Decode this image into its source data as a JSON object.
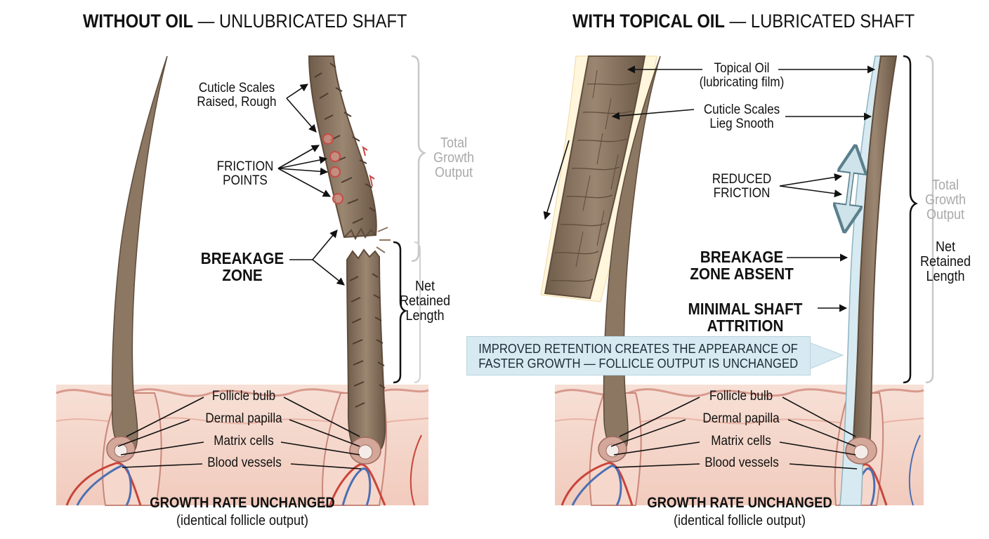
{
  "left": {
    "title_bold": "WITHOUT OIL",
    "title_rest": " — UNLUBRICATED SHAFT",
    "cuticle_line1": "Cuticle Scales",
    "cuticle_line2": "Raised, Rough",
    "friction_line1": "FRICTION",
    "friction_line2": "POINTS",
    "breakage_line1": "BREAKAGE",
    "breakage_line2": "ZONE",
    "total_line1": "Total",
    "total_line2": "Growth",
    "total_line3": "Output",
    "net_line1": "Net",
    "net_line2": "Retained",
    "net_line3": "Length",
    "footer_bold": "GROWTH RATE UNCHANGED",
    "footer_sub": "(identical follicle output)"
  },
  "right": {
    "title_bold": "WITH TOPICAL OIL",
    "title_rest": " — LUBRICATED SHAFT",
    "oil_line1": "Topical Oil",
    "oil_line2": "(lubricating film)",
    "cuticle_line1": "Cuticle Scales",
    "cuticle_line2": "Lieg Snooth",
    "reduced_line1": "REDUCED",
    "reduced_line2": "FRICTION",
    "absent_line1": "BREAKAGE",
    "absent_line2": "ZONE ABSENT",
    "minimal_line1": "MINIMAL SHAFT",
    "minimal_line2": "ATTRITION",
    "total_line1": "Total",
    "total_line2": "Growth",
    "total_line3": "Output",
    "net_line1": "Net",
    "net_line2": "Retained",
    "net_line3": "Length",
    "footer_bold": "GROWTH RATE UNCHANGED",
    "footer_sub": "(identical follicle output)"
  },
  "anatomy_labels": [
    "Follicle bulb",
    "Dermal papilla",
    "Matrix cells",
    "Blood vessels"
  ],
  "callout": {
    "line1": "IMPROVED RETENTION CREATES THE APPEARANCE OF",
    "line2": "FASTER GROWTH — FOLLICLE OUTPUT IS UNCHANGED"
  },
  "colors": {
    "hair": "#8b7762",
    "hair_dark": "#5e4c3c",
    "skin": "#f3d3c6",
    "skin_edge": "#d89a8e",
    "vessel_red": "#c9443a",
    "vessel_blue": "#4b6fb4",
    "oil_film": "#d7eaf1",
    "friction_marker": "#c94a44",
    "bracket_grey": "#c8c8c8"
  }
}
